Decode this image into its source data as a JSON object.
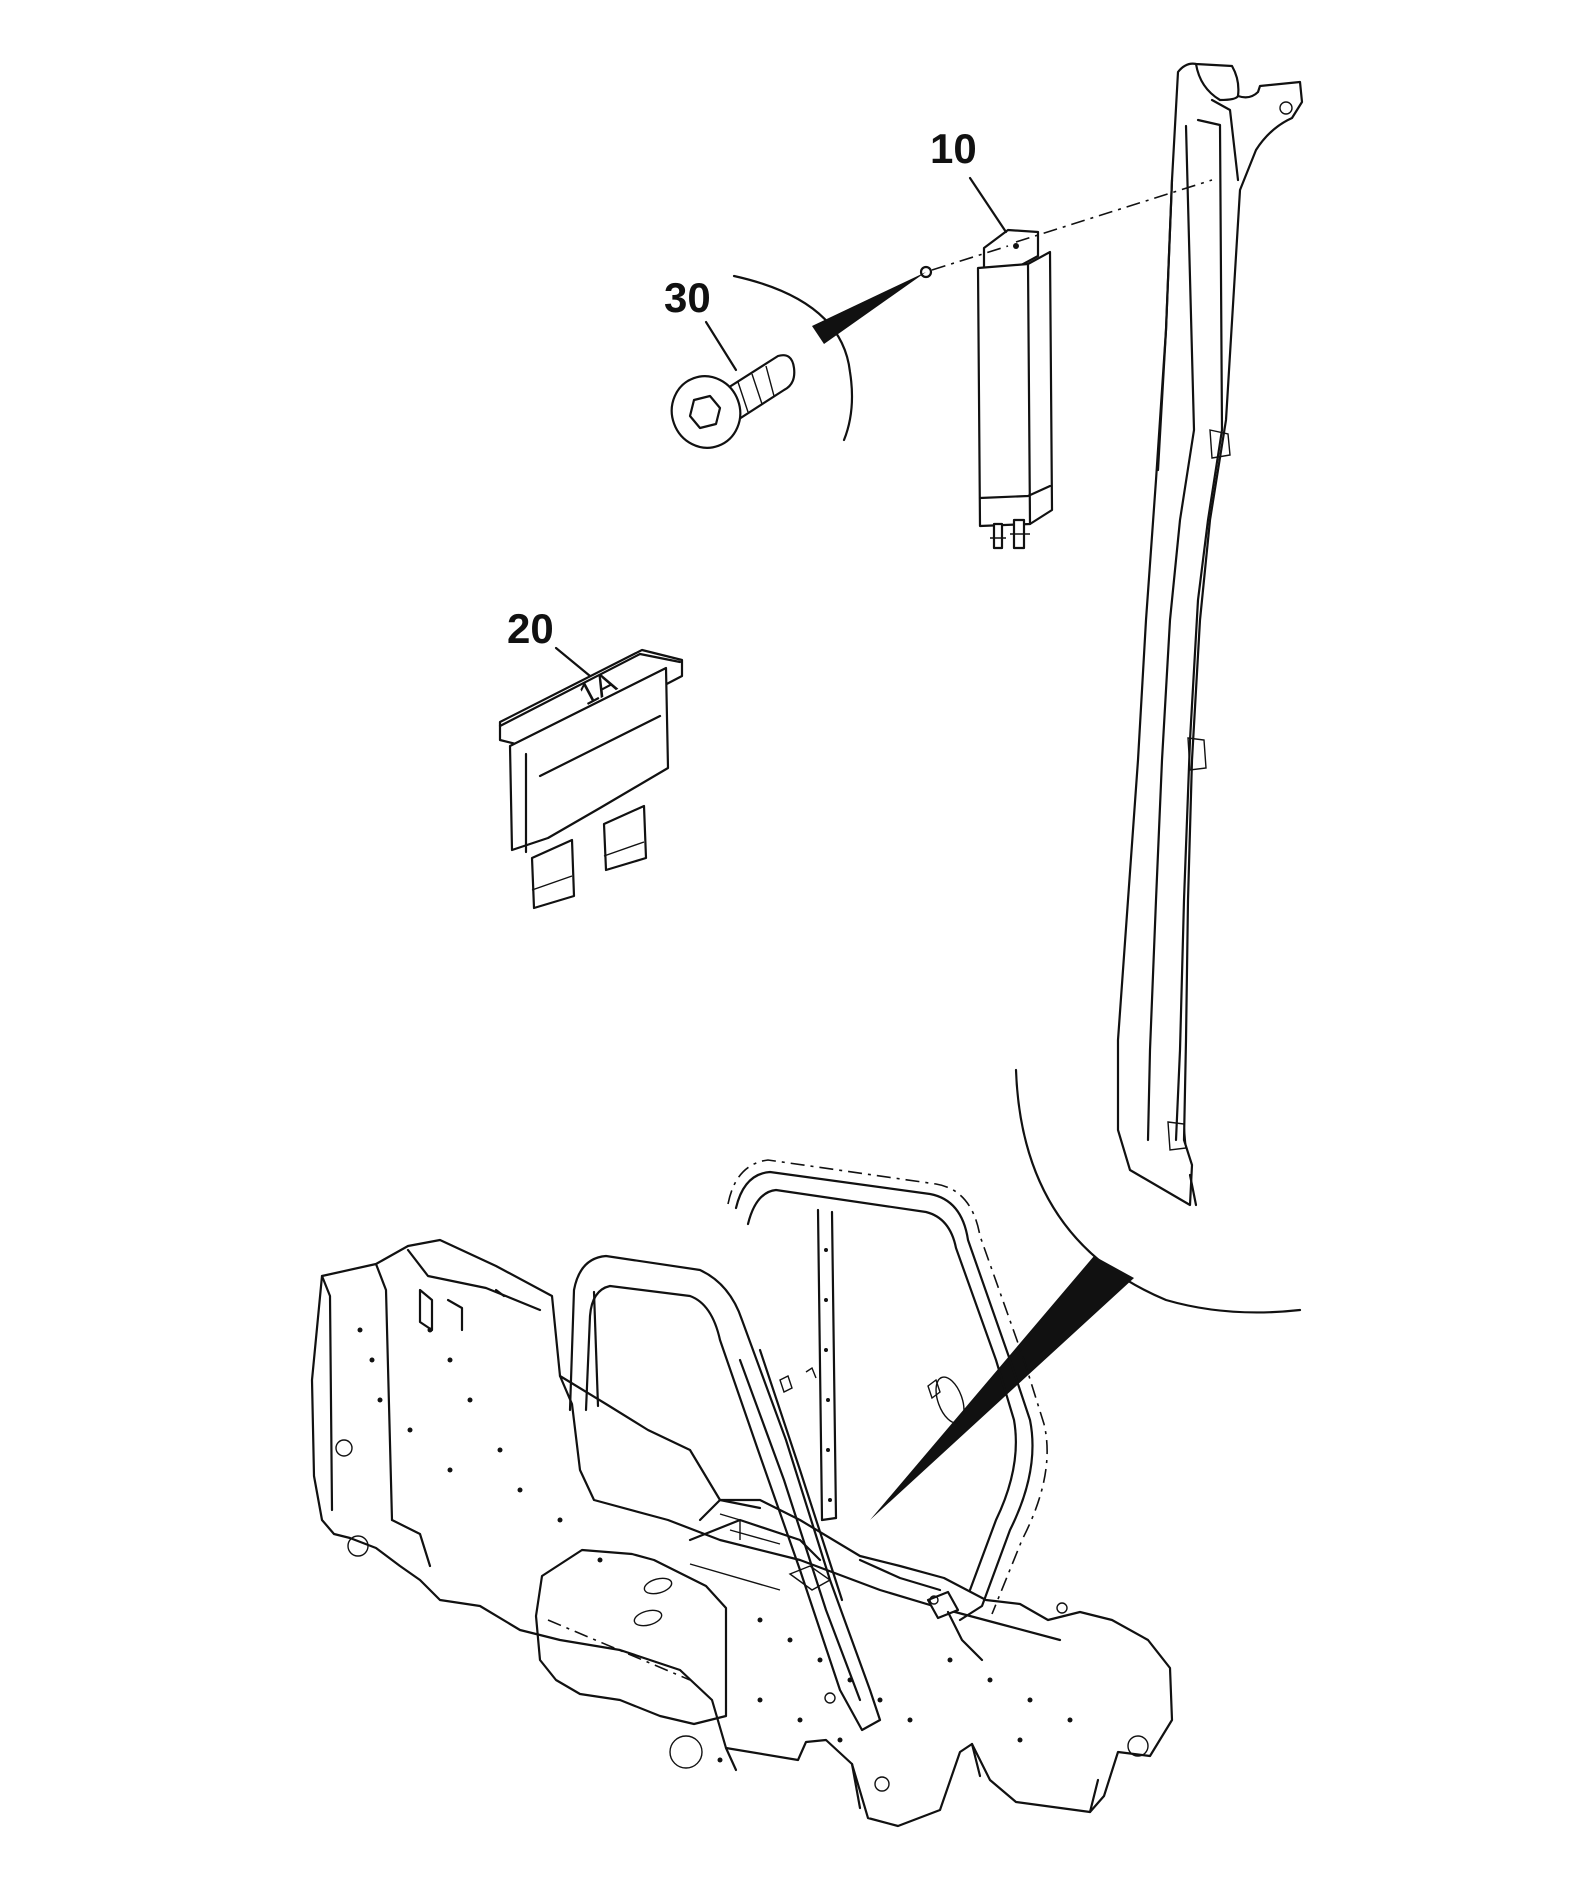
{
  "callouts": {
    "part_10": "10",
    "part_20": "20",
    "part_30": "30"
  },
  "fuse": {
    "rating": "1A"
  }
}
